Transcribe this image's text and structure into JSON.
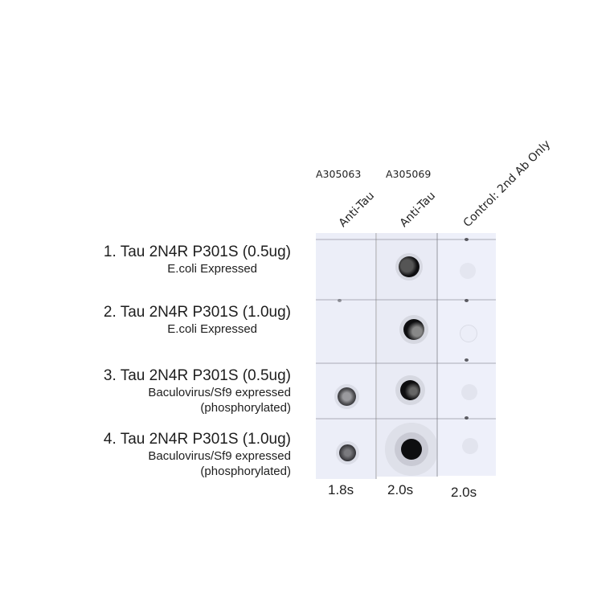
{
  "columns": [
    {
      "catalog": "A305063",
      "label": "Anti-Tau",
      "exposure": "1.8s"
    },
    {
      "catalog": "A305069",
      "label": "Anti-Tau",
      "exposure": "2.0s"
    },
    {
      "catalog": "",
      "label": "Control: 2nd Ab Only",
      "exposure": "2.0s"
    }
  ],
  "samples": [
    {
      "title": "1. Tau 2N4R P301S (0.5ug)",
      "sub1": "E.coli Expressed",
      "sub2": ""
    },
    {
      "title": "2. Tau 2N4R P301S (1.0ug)",
      "sub1": "E.coli Expressed",
      "sub2": ""
    },
    {
      "title": "3. Tau 2N4R P301S (0.5ug)",
      "sub1": "Baculovirus/Sf9 expressed",
      "sub2": "(phosphorylated)"
    },
    {
      "title": "4. Tau 2N4R P301S (1.0ug)",
      "sub1": "Baculovirus/Sf9 expressed",
      "sub2": "(phosphorylated)"
    }
  ],
  "signals": {
    "col1": [
      "none",
      "none",
      "medium",
      "medium"
    ],
    "col2": [
      "strong",
      "strong",
      "strong",
      "very strong"
    ],
    "col3": [
      "trace",
      "trace",
      "trace",
      "trace"
    ]
  },
  "colors": {
    "membrane": "#eceef8",
    "strong_dot": "#0e0e10",
    "medium_dot": "#5a5a5e"
  }
}
